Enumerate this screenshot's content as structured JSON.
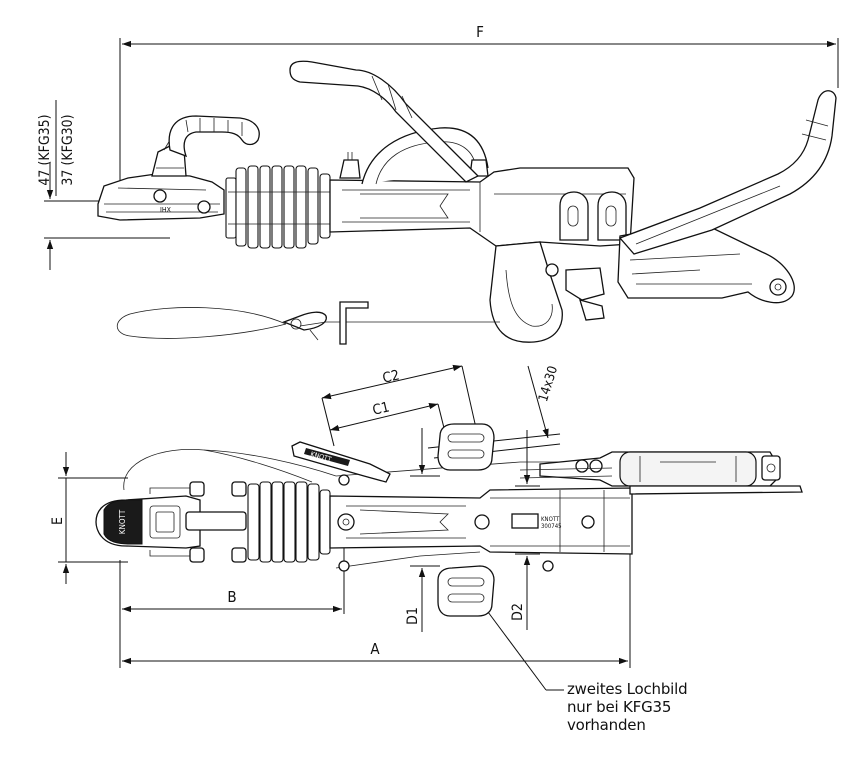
{
  "dimensions": {
    "F": "F",
    "A": "A",
    "B": "B",
    "E": "E",
    "C1": "C1",
    "C2": "C2",
    "D1": "D1",
    "D2": "D2",
    "bolt": "14x30",
    "height_kfg35": "47 (KFG35)",
    "height_kfg30": "37 (KFG30)"
  },
  "labels": {
    "brand_handle": "KNOTT",
    "brand_body": "KNOTT",
    "brand_head": "KNOTT",
    "part_number": "300745",
    "mark": "IHX"
  },
  "note": {
    "line1": "zweites Lochbild",
    "line2": "nur bei KFG35",
    "line3": "vorhanden"
  }
}
